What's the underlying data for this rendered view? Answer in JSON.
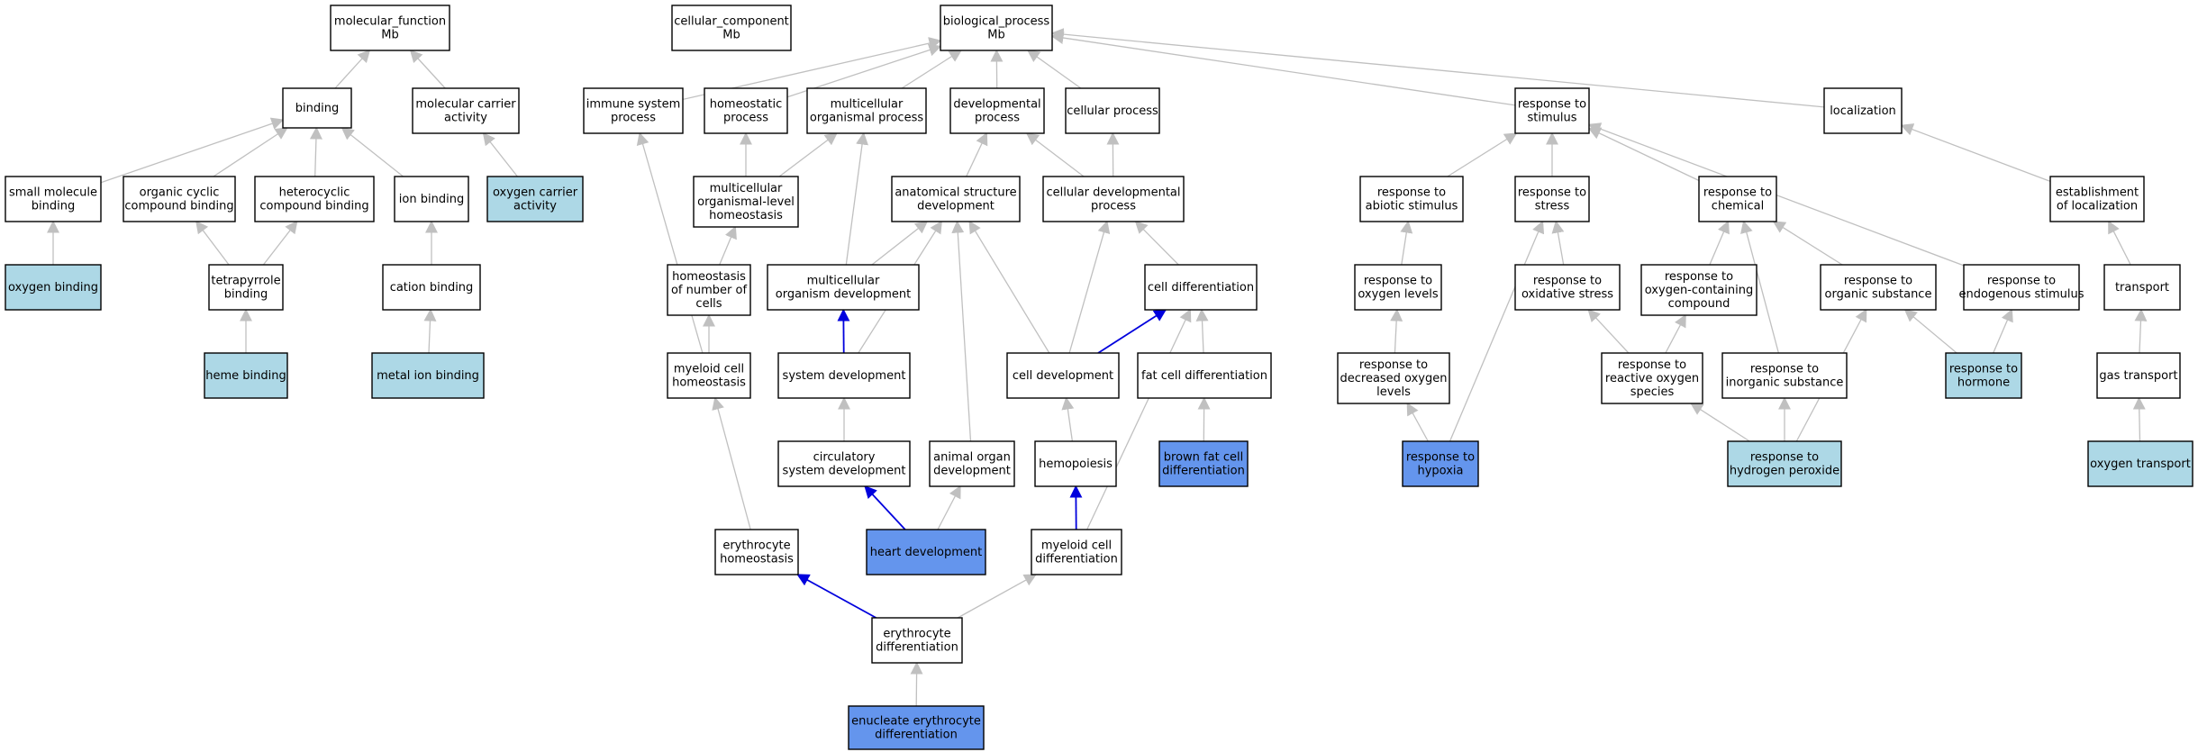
{
  "nodes": [
    {
      "id": "mf",
      "lines": [
        "molecular_function",
        "Mb"
      ],
      "style": "plain"
    },
    {
      "id": "cc",
      "lines": [
        "cellular_component",
        "Mb"
      ],
      "style": "plain"
    },
    {
      "id": "bp",
      "lines": [
        "biological_process",
        "Mb"
      ],
      "style": "plain"
    },
    {
      "id": "binding",
      "lines": [
        "binding"
      ],
      "style": "plain"
    },
    {
      "id": "mca",
      "lines": [
        "molecular carrier",
        "activity"
      ],
      "style": "plain"
    },
    {
      "id": "smb",
      "lines": [
        "small molecule",
        "binding"
      ],
      "style": "plain"
    },
    {
      "id": "ocb",
      "lines": [
        "organic cyclic",
        "compound binding"
      ],
      "style": "plain"
    },
    {
      "id": "hcb",
      "lines": [
        "heterocyclic",
        "compound binding"
      ],
      "style": "plain"
    },
    {
      "id": "ionb",
      "lines": [
        "ion binding"
      ],
      "style": "plain"
    },
    {
      "id": "oca",
      "lines": [
        "oxygen carrier",
        "activity"
      ],
      "style": "light"
    },
    {
      "id": "oxb",
      "lines": [
        "oxygen binding"
      ],
      "style": "light"
    },
    {
      "id": "tetb",
      "lines": [
        "tetrapyrrole",
        "binding"
      ],
      "style": "plain"
    },
    {
      "id": "catb",
      "lines": [
        "cation binding"
      ],
      "style": "plain"
    },
    {
      "id": "hemeb",
      "lines": [
        "heme binding"
      ],
      "style": "light"
    },
    {
      "id": "metb",
      "lines": [
        "metal ion binding"
      ],
      "style": "light"
    },
    {
      "id": "isp",
      "lines": [
        "immune system",
        "process"
      ],
      "style": "plain"
    },
    {
      "id": "hp",
      "lines": [
        "homeostatic",
        "process"
      ],
      "style": "plain"
    },
    {
      "id": "mop",
      "lines": [
        "multicellular",
        "organismal process"
      ],
      "style": "plain"
    },
    {
      "id": "dp",
      "lines": [
        "developmental",
        "process"
      ],
      "style": "plain"
    },
    {
      "id": "cp",
      "lines": [
        "cellular process"
      ],
      "style": "plain"
    },
    {
      "id": "rts",
      "lines": [
        "response to",
        "stimulus"
      ],
      "style": "plain"
    },
    {
      "id": "loc",
      "lines": [
        "localization"
      ],
      "style": "plain"
    },
    {
      "id": "mloh",
      "lines": [
        "multicellular",
        "organismal-level",
        "homeostasis"
      ],
      "style": "plain"
    },
    {
      "id": "asd",
      "lines": [
        "anatomical structure",
        "development"
      ],
      "style": "plain"
    },
    {
      "id": "cdp",
      "lines": [
        "cellular developmental",
        "process"
      ],
      "style": "plain"
    },
    {
      "id": "rtas",
      "lines": [
        "response to",
        "abiotic stimulus"
      ],
      "style": "plain"
    },
    {
      "id": "rtstress",
      "lines": [
        "response to",
        "stress"
      ],
      "style": "plain"
    },
    {
      "id": "rtc",
      "lines": [
        "response to",
        "chemical"
      ],
      "style": "plain"
    },
    {
      "id": "eol",
      "lines": [
        "establishment",
        "of localization"
      ],
      "style": "plain"
    },
    {
      "id": "hnc",
      "lines": [
        "homeostasis",
        "of number of",
        "cells"
      ],
      "style": "plain"
    },
    {
      "id": "mod",
      "lines": [
        "multicellular",
        "organism development"
      ],
      "style": "plain"
    },
    {
      "id": "celld",
      "lines": [
        "cell differentiation"
      ],
      "style": "plain"
    },
    {
      "id": "rtol",
      "lines": [
        "response to",
        "oxygen levels"
      ],
      "style": "plain"
    },
    {
      "id": "rtos",
      "lines": [
        "response to",
        "oxidative stress"
      ],
      "style": "plain"
    },
    {
      "id": "rtocc",
      "lines": [
        "response to",
        "oxygen-containing",
        "compound"
      ],
      "style": "plain"
    },
    {
      "id": "rtorgs",
      "lines": [
        "response to",
        "organic substance"
      ],
      "style": "plain"
    },
    {
      "id": "rtes",
      "lines": [
        "response to",
        "endogenous stimulus"
      ],
      "style": "plain"
    },
    {
      "id": "transport",
      "lines": [
        "transport"
      ],
      "style": "plain"
    },
    {
      "id": "mch",
      "lines": [
        "myeloid cell",
        "homeostasis"
      ],
      "style": "plain"
    },
    {
      "id": "sysd",
      "lines": [
        "system development"
      ],
      "style": "plain"
    },
    {
      "id": "celldev",
      "lines": [
        "cell development"
      ],
      "style": "plain"
    },
    {
      "id": "fcd",
      "lines": [
        "fat cell differentiation"
      ],
      "style": "plain"
    },
    {
      "id": "rtdol",
      "lines": [
        "response to",
        "decreased oxygen",
        "levels"
      ],
      "style": "plain"
    },
    {
      "id": "rtros",
      "lines": [
        "response to",
        "reactive oxygen",
        "species"
      ],
      "style": "plain"
    },
    {
      "id": "rtis",
      "lines": [
        "response to",
        "inorganic substance"
      ],
      "style": "plain"
    },
    {
      "id": "rthormone",
      "lines": [
        "response to",
        "hormone"
      ],
      "style": "light"
    },
    {
      "id": "gast",
      "lines": [
        "gas transport"
      ],
      "style": "plain"
    },
    {
      "id": "csd",
      "lines": [
        "circulatory",
        "system development"
      ],
      "style": "plain"
    },
    {
      "id": "aod",
      "lines": [
        "animal organ",
        "development"
      ],
      "style": "plain"
    },
    {
      "id": "hemo",
      "lines": [
        "hemopoiesis"
      ],
      "style": "plain"
    },
    {
      "id": "bfcd",
      "lines": [
        "brown fat cell",
        "differentiation"
      ],
      "style": "dark"
    },
    {
      "id": "rthyp",
      "lines": [
        "response to",
        "hypoxia"
      ],
      "style": "dark"
    },
    {
      "id": "rthp",
      "lines": [
        "response to",
        "hydrogen peroxide"
      ],
      "style": "light"
    },
    {
      "id": "oxt",
      "lines": [
        "oxygen transport"
      ],
      "style": "light"
    },
    {
      "id": "eh",
      "lines": [
        "erythrocyte",
        "homeostasis"
      ],
      "style": "plain"
    },
    {
      "id": "hd",
      "lines": [
        "heart development"
      ],
      "style": "dark"
    },
    {
      "id": "mcd",
      "lines": [
        "myeloid cell",
        "differentiation"
      ],
      "style": "plain"
    },
    {
      "id": "ed",
      "lines": [
        "erythrocyte",
        "differentiation"
      ],
      "style": "plain"
    },
    {
      "id": "eed",
      "lines": [
        "enucleate erythrocyte",
        "differentiation"
      ],
      "style": "dark"
    }
  ],
  "edges": [
    {
      "from": "binding",
      "to": "mf",
      "color": "gray"
    },
    {
      "from": "mca",
      "to": "mf",
      "color": "gray"
    },
    {
      "from": "isp",
      "to": "bp",
      "color": "gray"
    },
    {
      "from": "hp",
      "to": "bp",
      "color": "gray"
    },
    {
      "from": "mop",
      "to": "bp",
      "color": "gray"
    },
    {
      "from": "dp",
      "to": "bp",
      "color": "gray"
    },
    {
      "from": "cp",
      "to": "bp",
      "color": "gray"
    },
    {
      "from": "rts",
      "to": "bp",
      "color": "gray"
    },
    {
      "from": "loc",
      "to": "bp",
      "color": "gray"
    },
    {
      "from": "smb",
      "to": "binding",
      "color": "gray"
    },
    {
      "from": "ocb",
      "to": "binding",
      "color": "gray"
    },
    {
      "from": "hcb",
      "to": "binding",
      "color": "gray"
    },
    {
      "from": "ionb",
      "to": "binding",
      "color": "gray"
    },
    {
      "from": "oca",
      "to": "mca",
      "color": "gray"
    },
    {
      "from": "oxb",
      "to": "smb",
      "color": "gray"
    },
    {
      "from": "tetb",
      "to": "ocb",
      "color": "gray"
    },
    {
      "from": "tetb",
      "to": "hcb",
      "color": "gray"
    },
    {
      "from": "catb",
      "to": "ionb",
      "color": "gray"
    },
    {
      "from": "hemeb",
      "to": "tetb",
      "color": "gray"
    },
    {
      "from": "metb",
      "to": "catb",
      "color": "gray"
    },
    {
      "from": "mloh",
      "to": "hp",
      "color": "gray"
    },
    {
      "from": "mloh",
      "to": "mop",
      "color": "gray"
    },
    {
      "from": "asd",
      "to": "dp",
      "color": "gray"
    },
    {
      "from": "cdp",
      "to": "dp",
      "color": "gray"
    },
    {
      "from": "cdp",
      "to": "cp",
      "color": "gray"
    },
    {
      "from": "rtas",
      "to": "rts",
      "color": "gray"
    },
    {
      "from": "rtstress",
      "to": "rts",
      "color": "gray"
    },
    {
      "from": "rtc",
      "to": "rts",
      "color": "gray"
    },
    {
      "from": "rtes",
      "to": "rts",
      "color": "gray"
    },
    {
      "from": "eol",
      "to": "loc",
      "color": "gray"
    },
    {
      "from": "hnc",
      "to": "mloh",
      "color": "gray"
    },
    {
      "from": "mod",
      "to": "mop",
      "color": "gray"
    },
    {
      "from": "mod",
      "to": "asd",
      "color": "gray"
    },
    {
      "from": "celld",
      "to": "cdp",
      "color": "gray"
    },
    {
      "from": "rtol",
      "to": "rtas",
      "color": "gray"
    },
    {
      "from": "rtos",
      "to": "rtstress",
      "color": "gray"
    },
    {
      "from": "rtocc",
      "to": "rtc",
      "color": "gray"
    },
    {
      "from": "rtorgs",
      "to": "rtc",
      "color": "gray"
    },
    {
      "from": "rtis",
      "to": "rtc",
      "color": "gray"
    },
    {
      "from": "transport",
      "to": "eol",
      "color": "gray"
    },
    {
      "from": "mch",
      "to": "isp",
      "color": "gray"
    },
    {
      "from": "mch",
      "to": "hnc",
      "color": "gray"
    },
    {
      "from": "sysd",
      "to": "mod",
      "color": "blue"
    },
    {
      "from": "sysd",
      "to": "asd",
      "color": "gray"
    },
    {
      "from": "celldev",
      "to": "asd",
      "color": "gray"
    },
    {
      "from": "celldev",
      "to": "cdp",
      "color": "gray"
    },
    {
      "from": "celldev",
      "to": "celld",
      "color": "blue"
    },
    {
      "from": "fcd",
      "to": "celld",
      "color": "gray"
    },
    {
      "from": "aod",
      "to": "asd",
      "color": "gray"
    },
    {
      "from": "rtdol",
      "to": "rtol",
      "color": "gray"
    },
    {
      "from": "rtros",
      "to": "rtos",
      "color": "gray"
    },
    {
      "from": "rtros",
      "to": "rtocc",
      "color": "gray"
    },
    {
      "from": "rthormone",
      "to": "rtorgs",
      "color": "gray"
    },
    {
      "from": "rthormone",
      "to": "rtes",
      "color": "gray"
    },
    {
      "from": "gast",
      "to": "transport",
      "color": "gray"
    },
    {
      "from": "csd",
      "to": "sysd",
      "color": "gray"
    },
    {
      "from": "hemo",
      "to": "celldev",
      "color": "gray"
    },
    {
      "from": "bfcd",
      "to": "fcd",
      "color": "gray"
    },
    {
      "from": "rthyp",
      "to": "rtdol",
      "color": "gray"
    },
    {
      "from": "rthyp",
      "to": "rtstress",
      "color": "gray"
    },
    {
      "from": "rthp",
      "to": "rtros",
      "color": "gray"
    },
    {
      "from": "rthp",
      "to": "rtis",
      "color": "gray"
    },
    {
      "from": "rthp",
      "to": "rtorgs",
      "color": "gray"
    },
    {
      "from": "oxt",
      "to": "gast",
      "color": "gray"
    },
    {
      "from": "eh",
      "to": "mch",
      "color": "gray"
    },
    {
      "from": "hd",
      "to": "csd",
      "color": "blue"
    },
    {
      "from": "hd",
      "to": "aod",
      "color": "gray"
    },
    {
      "from": "mcd",
      "to": "hemo",
      "color": "blue"
    },
    {
      "from": "mcd",
      "to": "celld",
      "color": "gray"
    },
    {
      "from": "ed",
      "to": "eh",
      "color": "blue"
    },
    {
      "from": "ed",
      "to": "mcd",
      "color": "gray"
    },
    {
      "from": "eed",
      "to": "ed",
      "color": "gray"
    }
  ],
  "colors": {
    "plain": "#ffffff",
    "light": "#add8e6",
    "dark": "#6495ed",
    "edge_gray": "#c0c0c0",
    "edge_blue": "#0000dd",
    "border": "#000000"
  }
}
